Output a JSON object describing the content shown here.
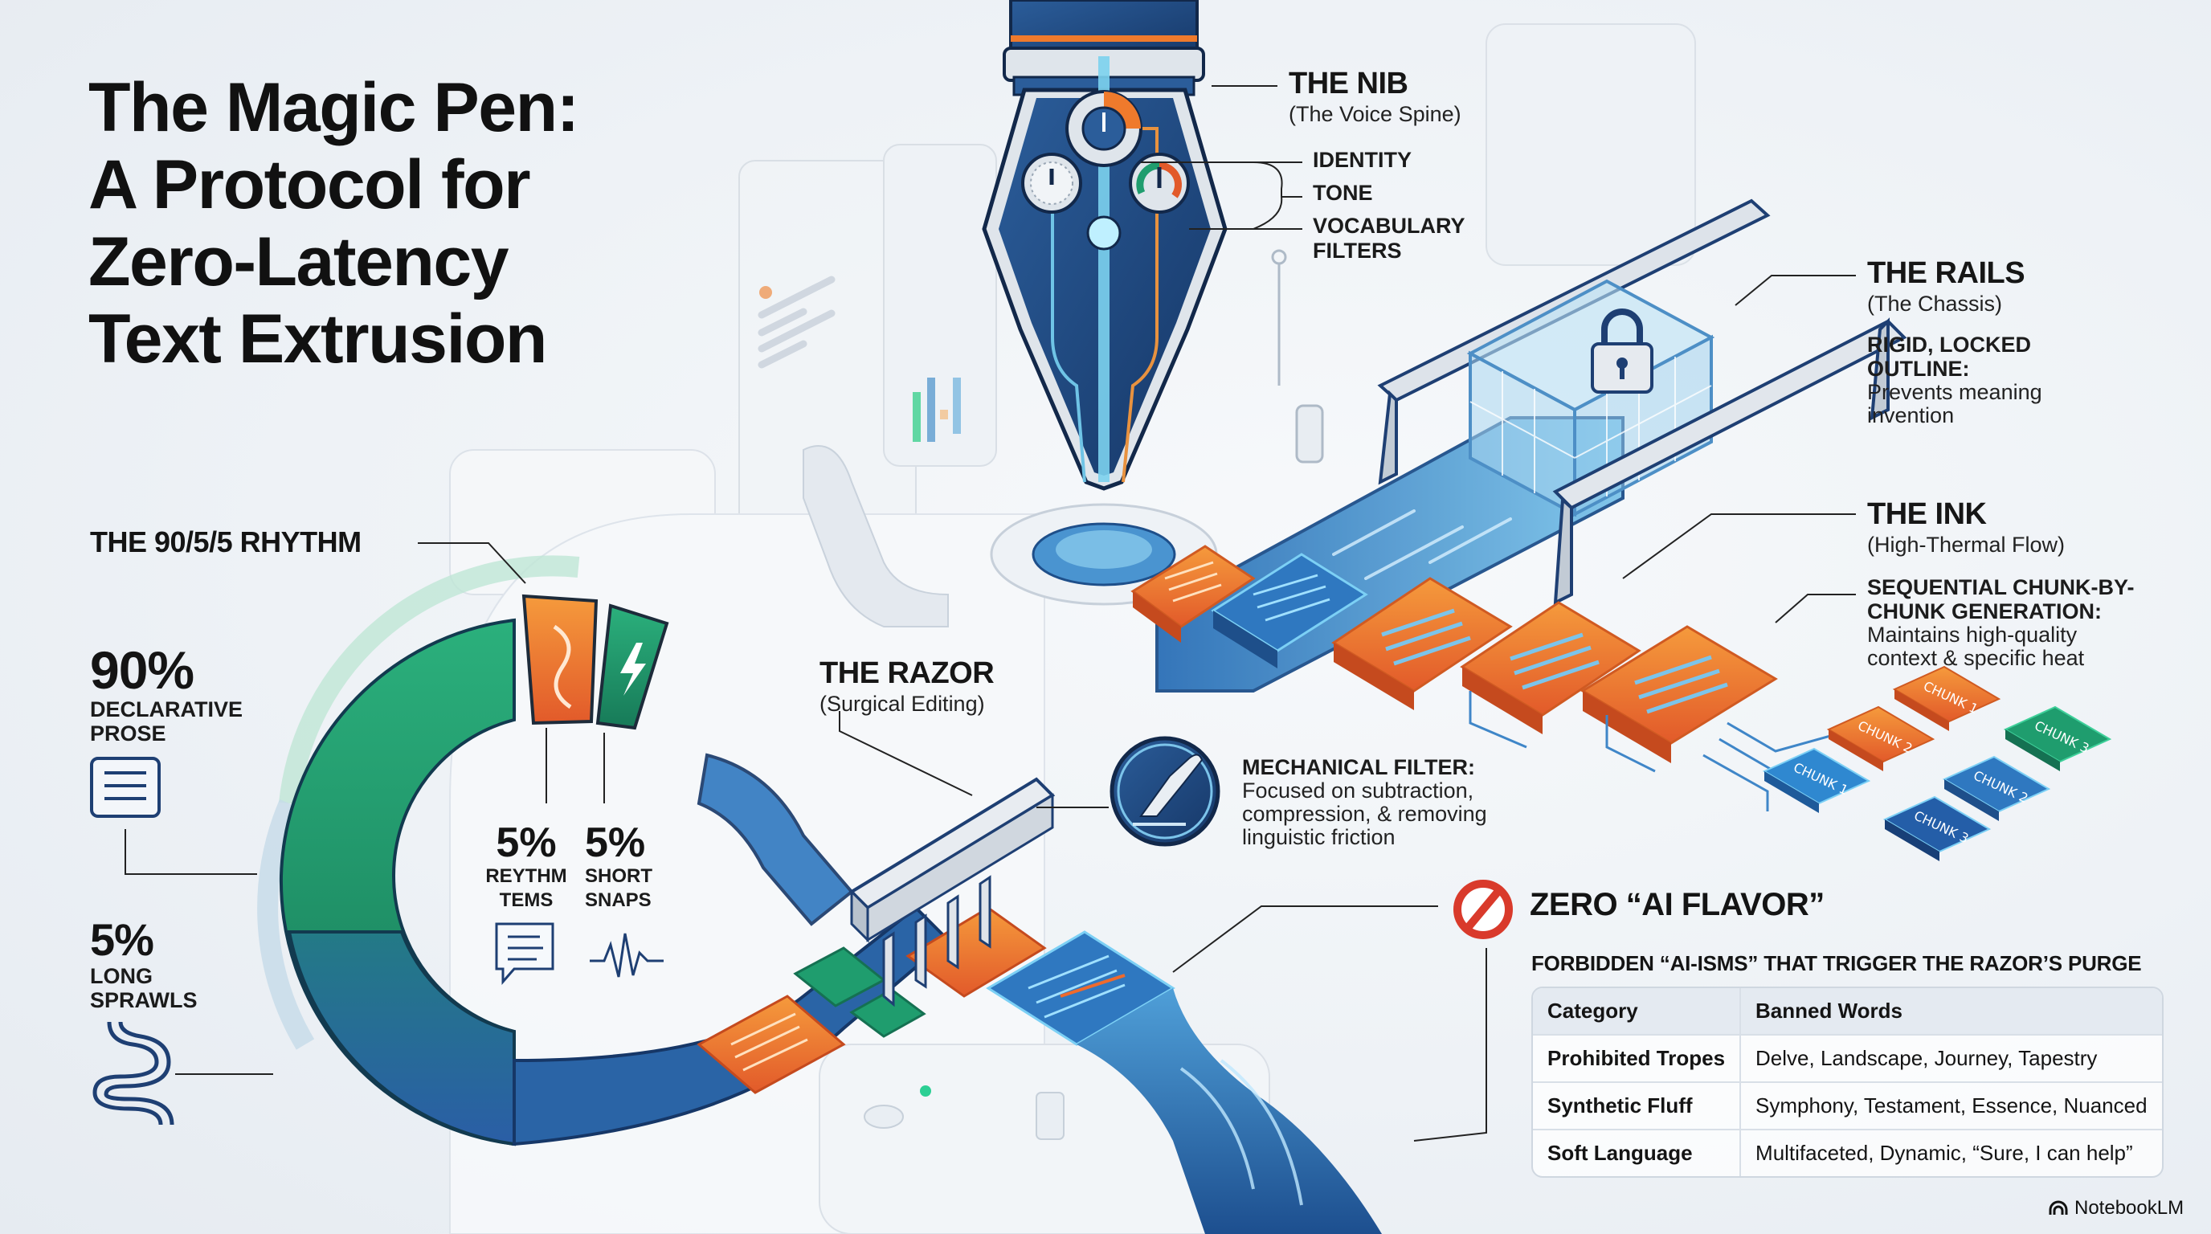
{
  "title": {
    "lines": [
      "The Magic Pen:",
      "A Protocol for",
      "Zero-Latency",
      "Text Extrusion"
    ]
  },
  "nib": {
    "heading": "THE NIB",
    "subheading": "(The Voice Spine)",
    "controls": [
      "IDENTITY",
      "TONE",
      "VOCABULARY",
      "FILTERS"
    ]
  },
  "rails": {
    "heading": "THE RAILS",
    "subheading": "(The Chassis)",
    "desc_bold": [
      "RIGID, LOCKED",
      "OUTLINE:"
    ],
    "desc_body": [
      "Prevents meaning",
      "invention"
    ]
  },
  "ink": {
    "heading": "THE INK",
    "subheading": "(High-Thermal Flow)",
    "desc_bold": [
      "SEQUENTIAL CHUNK-BY-",
      "CHUNK GENERATION:"
    ],
    "desc_body": [
      "Maintains high-quality",
      "context & specific heat"
    ],
    "chunks": [
      "CHUNK 1",
      "CHUNK 2",
      "CHUNK 3",
      "CHUNK 1",
      "CHUNK 2",
      "CHUNK 3"
    ]
  },
  "razor": {
    "heading": "THE RAZOR",
    "subheading": "(Surgical Editing)",
    "filter_bold": "MECHANICAL FILTER:",
    "filter_body": [
      "Focused on subtraction,",
      "compression, & removing",
      "linguistic friction"
    ]
  },
  "rhythm": {
    "heading": "THE 90/5/5 RHYTHM",
    "segments": [
      {
        "pct": "90%",
        "label": [
          "DECLARATIVE",
          "PROSE"
        ],
        "color": "#1f9d6e",
        "icon": "document-icon"
      },
      {
        "pct": "5%",
        "label": [
          "REYTHM",
          "TEMS"
        ],
        "color": "#ef7a2c",
        "icon": "chat-bubble-icon"
      },
      {
        "pct": "5%",
        "label": [
          "SHORT",
          "SNAPS"
        ],
        "color": "#1f9d6e",
        "icon": "pulse-icon"
      },
      {
        "pct": "5%",
        "label": [
          "LONG",
          "SPRAWLS"
        ],
        "color": "#2a64a6",
        "icon": "winding-path-icon"
      }
    ]
  },
  "zero_flavor": {
    "heading": "ZERO “AI FLAVOR”",
    "table_title": "FORBIDDEN “AI-ISMS” THAT TRIGGER THE RAZOR’S PURGE",
    "columns": [
      "Category",
      "Banned Words"
    ],
    "rows": [
      [
        "Prohibited Tropes",
        "Delve, Landscape, Journey, Tapestry"
      ],
      [
        "Synthetic Fluff",
        "Symphony, Testament, Essence, Nuanced"
      ],
      [
        "Soft Language",
        "Multifaceted, Dynamic, “Sure, I can help”"
      ]
    ]
  },
  "brand": {
    "name": "NotebookLM"
  },
  "colors": {
    "navy": "#1e3f73",
    "blue": "#2f78c0",
    "light_blue": "#7cc4ea",
    "orange": "#ef7a2c",
    "green": "#1f9d6e",
    "red": "#d93a2b",
    "steel": "#c7cfd8"
  },
  "chart_data": {
    "type": "pie",
    "title": "THE 90/5/5 RHYTHM",
    "categories": [
      "Declarative Prose",
      "Rhythm Items",
      "Short Snaps",
      "Long Sprawls"
    ],
    "values": [
      90,
      5,
      5,
      5
    ],
    "labels": [
      "90%",
      "5%",
      "5%",
      "5%"
    ]
  }
}
